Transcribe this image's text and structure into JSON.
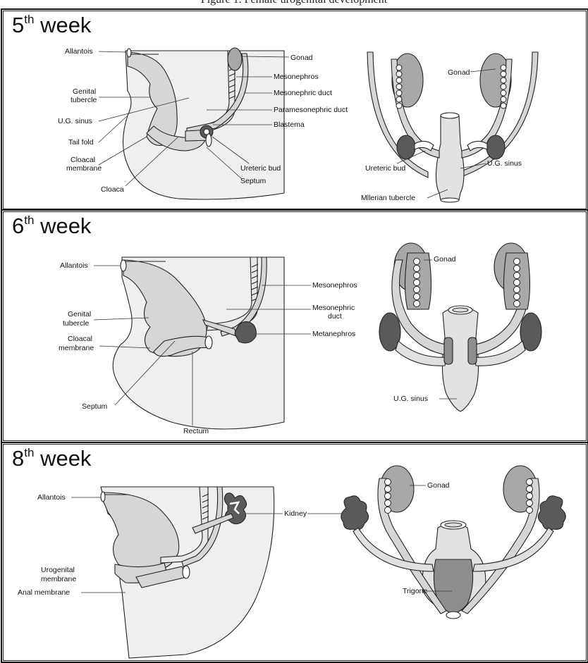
{
  "top_caption": "Figure 1. Female urogenital development",
  "panels": [
    {
      "title_num": "5",
      "title_sup": "th",
      "title_word": "week",
      "labels": {
        "allantois": "Allantois",
        "genital_tubercle_1": "Genital",
        "genital_tubercle_2": "tubercle",
        "ug_sinus_left": "U.G. sinus",
        "tail_fold": "Tail fold",
        "cloacal_membrane_1": "Cloacal",
        "cloacal_membrane_2": "membrane",
        "cloaca": "Cloaca",
        "gonad_left": "Gonad",
        "mesonephros": "Mesonephros",
        "mesonephric_duct": "Mesonephric duct",
        "paramesonephric_duct": "Paramesonephric duct",
        "blastema": "Blastema",
        "ureteric_bud_left": "Ureteric bud",
        "septum": "Septum",
        "gonad_right": "Gonad",
        "ureteric_bud_right": "Ureteric bud",
        "ug_sinus_right": "U.G. sinus",
        "mullerian_tubercle": "Mllerian tubercle"
      }
    },
    {
      "title_num": "6",
      "title_sup": "th",
      "title_word": "week",
      "labels": {
        "allantois": "Allantois",
        "genital_tubercle_1": "Genital",
        "genital_tubercle_2": "tubercle",
        "cloacal_membrane_1": "Cloacal",
        "cloacal_membrane_2": "membrane",
        "septum": "Septum",
        "rectum": "Rectum",
        "gonad": "Gonad",
        "mesonephros": "Mesonephros",
        "mesonephric_duct_1": "Mesonephric",
        "mesonephric_duct_2": "duct",
        "metanephros": "Metanephros",
        "ug_sinus": "U.G. sinus"
      }
    },
    {
      "title_num": "8",
      "title_sup": "th",
      "title_word": "week",
      "labels": {
        "allantois": "Allantois",
        "urogenital_membrane_1": "Urogenital",
        "urogenital_membrane_2": "membrane",
        "anal_membrane": "Anal membrane",
        "kidney": "Kidney",
        "gonad": "Gonad",
        "trigone": "Trigone"
      }
    }
  ],
  "colors": {
    "body_light": "#efefef",
    "organ_mid": "#d2d2d2",
    "gonad": "#a8a8a8",
    "dark_organ": "#5a5a5a",
    "trigone": "#8e8e8e"
  }
}
